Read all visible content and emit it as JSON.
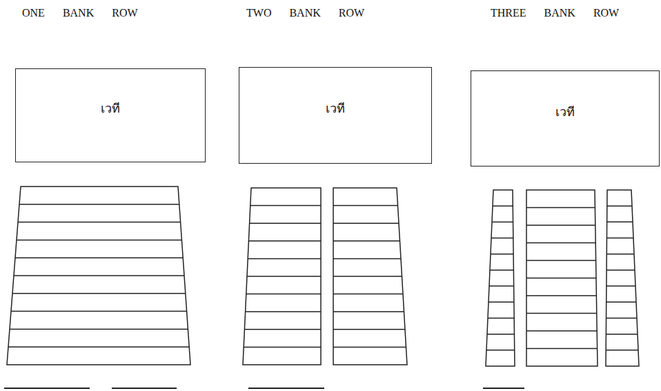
{
  "diagram": {
    "nodes": [
      {
        "text": [
          "เวที"
        ]
      },
      {
        "text": [
          "เวที"
        ]
      },
      {
        "text": [
          "เวที"
        ]
      }
    ],
    "labels": [
      "ONE BANK ROW",
      "TWO BANK ROW",
      "THREE BANK ROW"
    ]
  }
}
